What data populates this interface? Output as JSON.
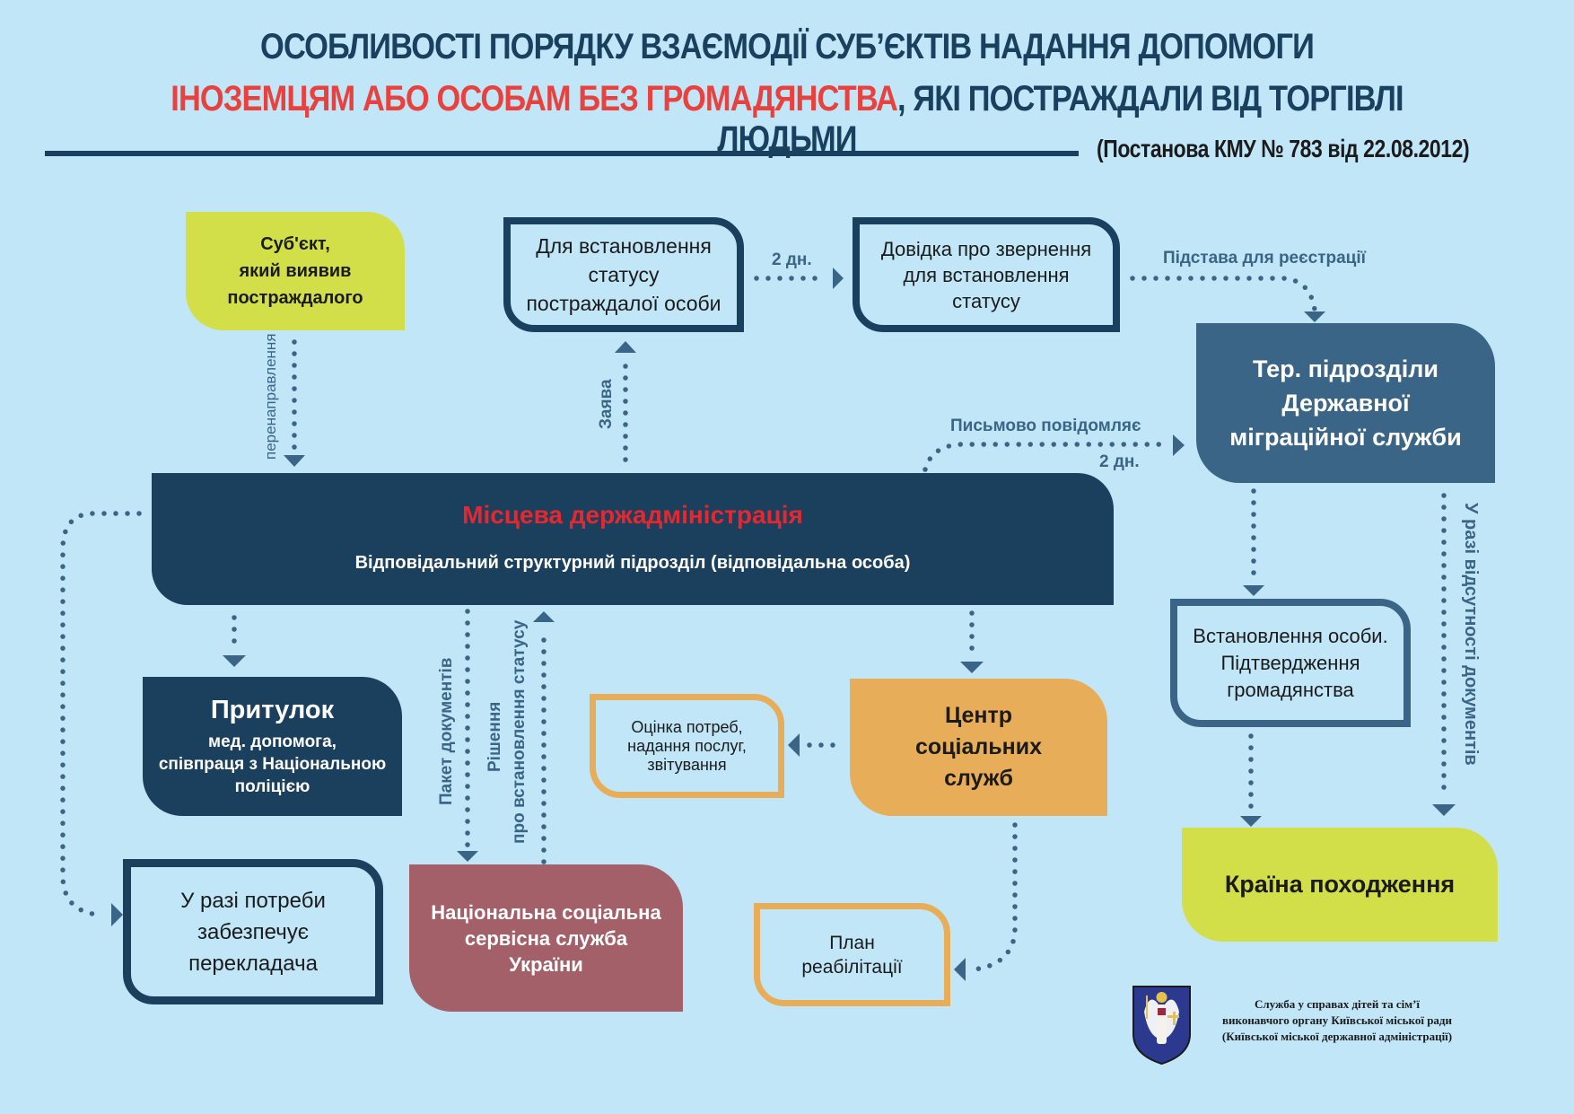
{
  "header": {
    "title_line1": "ОСОБЛИВОСТІ ПОРЯДКУ  ВЗАЄМОДІЇ СУБ’ЄКТІВ НАДАННЯ ДОПОМОГИ",
    "title_line2_highlight": "ІНОЗЕМЦЯМ АБО ОСОБАМ БЕЗ ГРОМАДЯНСТВА",
    "title_line2_rest": ", ЯКІ ПОСТРАЖДАЛИ ВІД ТОРГІВЛІ ЛЮДЬМИ",
    "decree": "(Постанова  КМУ  № 783 від 22.08.2012)"
  },
  "nodes": {
    "subject": [
      "Суб'єкт,",
      "який виявив",
      "постраждалого"
    ],
    "status_request": [
      "Для встановлення",
      "статусу",
      "постраждалої особи"
    ],
    "certificate": [
      "Довідка про звернення",
      "для встановлення",
      "статусу"
    ],
    "migration": [
      "Тер. підрозділи",
      "Державної",
      "міграційної служби"
    ],
    "main": {
      "title": "Місцева держадміністрація",
      "subtitle": "Відповідальний структурний підрозділ (відповідальна особа)"
    },
    "shelter": {
      "title": "Притулок",
      "lines": [
        "мед. допомога,",
        "співпраця з Національною",
        "поліцією"
      ]
    },
    "needs": [
      "Оцінка потреб,",
      "надання послуг,",
      "звітування"
    ],
    "center": [
      "Центр",
      "соціальних",
      "служб"
    ],
    "identity": [
      "Встановлення особи.",
      "Підтвердження",
      "громадянства"
    ],
    "country": "Країна походження",
    "translator": [
      "У разі потреби",
      "забезпечує",
      "перекладача"
    ],
    "nsss": [
      "Національна соціальна",
      "сервісна служба",
      "України"
    ],
    "rehab": [
      "План",
      "реабілітації"
    ]
  },
  "edge_labels": {
    "redirect": "перенаправлення",
    "application": "Заява",
    "two_days_a": "2 дн.",
    "registration_basis": "Підстава для  реєстрації",
    "written_notice": "Письмово повідомляє",
    "two_days_b": "2 дн.",
    "docs_package": "Пакет документів",
    "decision_line1": "Рішення",
    "decision_line2": "про встановлення статусу",
    "no_documents": "У разі відсутності документів"
  },
  "footer": {
    "logo_icon": "kyiv-coat-of-arms-icon",
    "org_lines": [
      "Служба у справах дітей та сім’ї",
      "виконавчого органу Київської міської ради",
      "(Київської міської державної адміністрації)"
    ]
  },
  "colors": {
    "background": "#c0e6f7",
    "navy": "#1b405e",
    "steel_blue": "#3b6586",
    "lime": "#d2df49",
    "orange": "#e8ad58",
    "rose": "#a46068",
    "red": "#e8262e"
  }
}
